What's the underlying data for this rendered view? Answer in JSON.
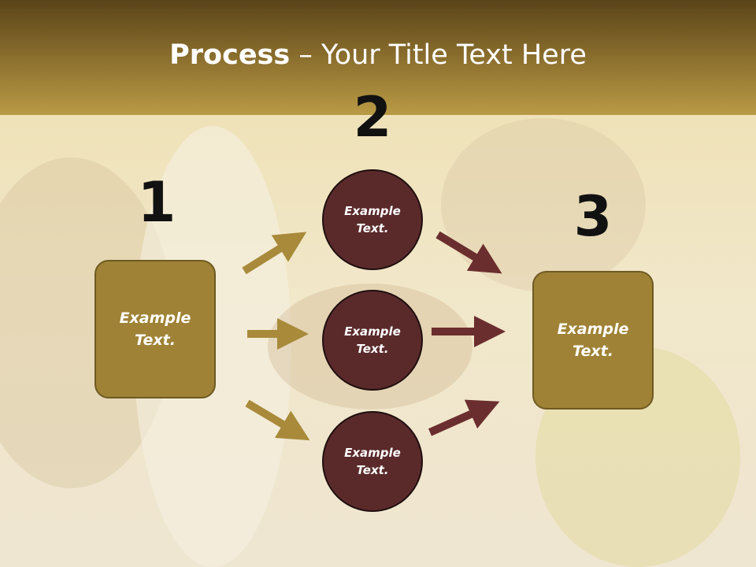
{
  "title": {
    "bold": "Process",
    "rest": " – Your Title Text Here"
  },
  "steps": [
    {
      "number": "1",
      "text": "Example Text."
    },
    {
      "number": "2",
      "items": [
        "Example Text.",
        "Example Text.",
        "Example Text."
      ]
    },
    {
      "number": "3",
      "text": "Example Text."
    }
  ],
  "colors": {
    "title_band": "#866a2b",
    "box_fill": "#9f8235",
    "circle_fill": "#5a2a2b",
    "arrow_gold": "#a88a3a",
    "arrow_maroon": "#6b2e2e"
  }
}
